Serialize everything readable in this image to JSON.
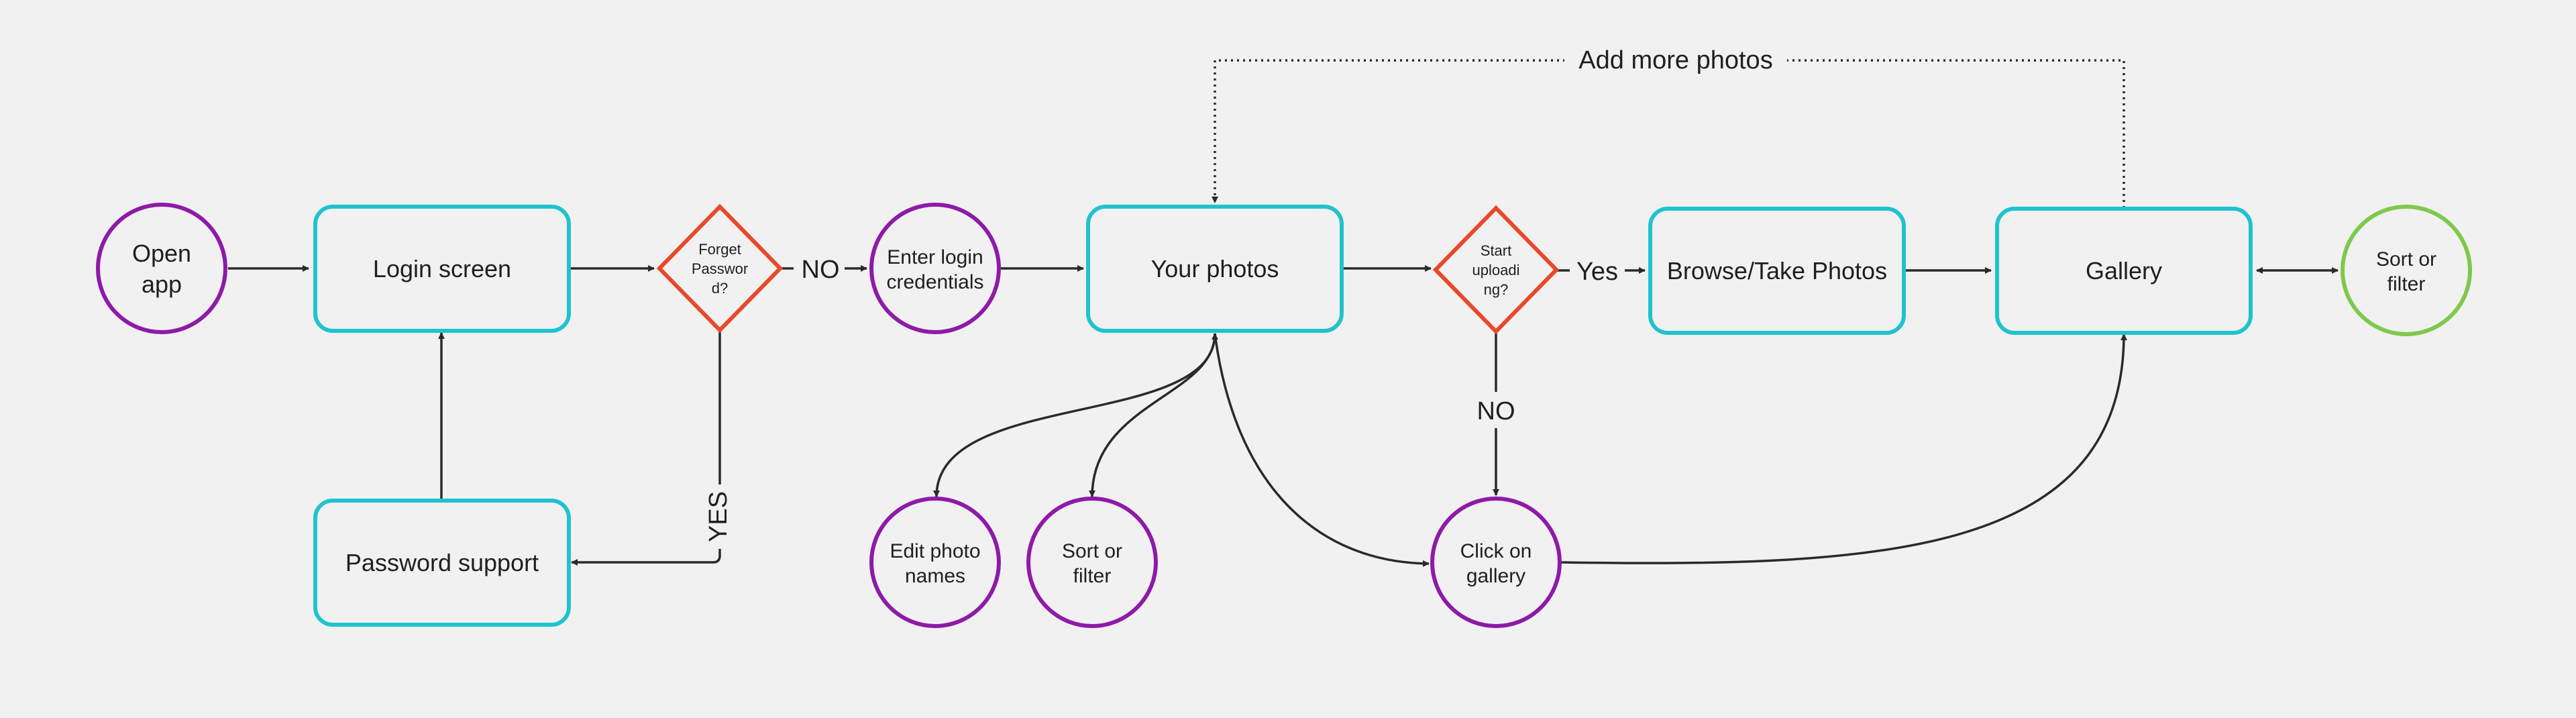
{
  "nodes": {
    "open_app": "Open app",
    "login_screen": "Login screen",
    "forget_password": "Forget Password?",
    "enter_login": "Enter login credentials",
    "your_photos": "Your photos",
    "start_uploading": "Start uploading?",
    "browse_take": "Browse/Take Photos",
    "gallery": "Gallery",
    "sort_filter_right": "Sort or filter",
    "password_support": "Password support",
    "edit_photo_names": "Edit photo names",
    "sort_filter_left": "Sort or filter",
    "click_gallery": "Click on gallery"
  },
  "node_lines": {
    "open_app": [
      "Open",
      "app"
    ],
    "enter_login": [
      "Enter login",
      "credentials"
    ],
    "forget_password": [
      "Forget",
      "Passwor",
      "d?"
    ],
    "start_uploading": [
      "Start",
      "uploadi",
      "ng?"
    ],
    "sort_filter_right": [
      "Sort or",
      "filter"
    ],
    "edit_photo_names": [
      "Edit photo",
      "names"
    ],
    "sort_filter_left": [
      "Sort or",
      "filter"
    ],
    "click_gallery": [
      "Click on",
      "gallery"
    ]
  },
  "edges": {
    "no_1": "NO",
    "yes_1": "YES",
    "yes_2": "Yes",
    "no_2": "NO",
    "add_more": "Add more photos"
  },
  "colors": {
    "rect_stroke": "#1fc3cf",
    "circle_stroke": "#8e1aa8",
    "circle_green": "#7ec94a",
    "diamond_stroke": "#e8492b",
    "background": "#f1f1f1"
  }
}
